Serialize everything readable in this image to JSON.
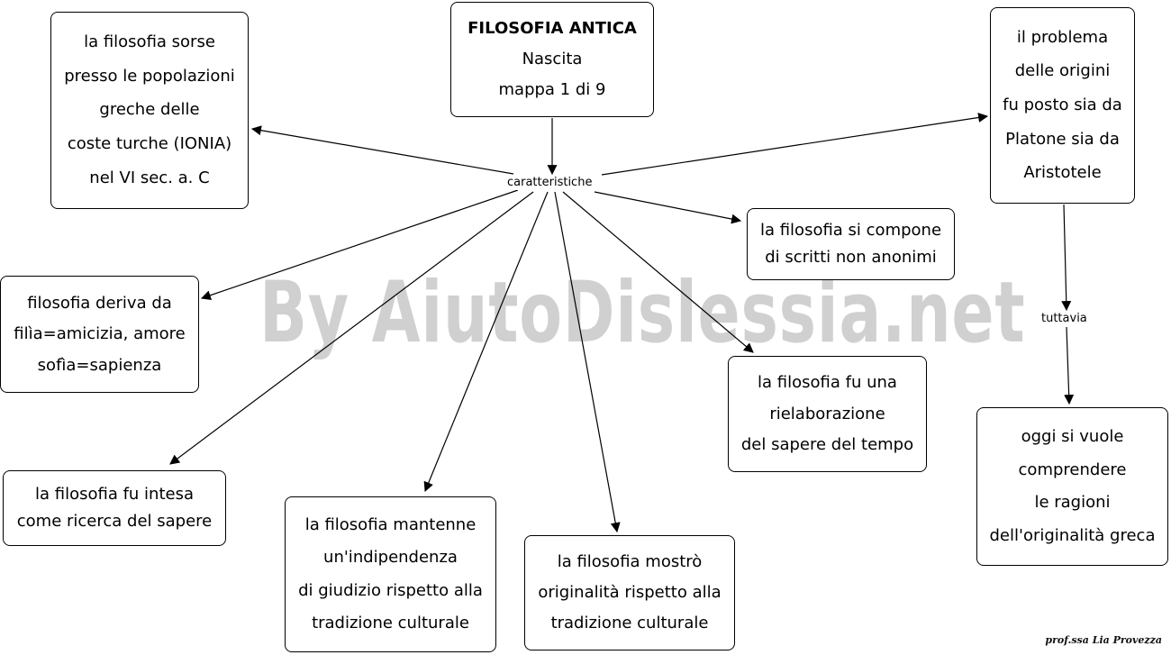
{
  "watermark": "By AiutoDislessia.net",
  "nodes": {
    "title": {
      "lines": [
        "FILOSOFIA ANTICA",
        "Nascita",
        "mappa 1 di 9"
      ]
    },
    "origin": {
      "lines": [
        "la filosofia sorse",
        "presso le popolazioni",
        "greche delle",
        "coste turche (IONIA)",
        "nel VI sec. a. C"
      ]
    },
    "problem": {
      "lines": [
        "il problema",
        "delle origini",
        "fu posto sia da",
        "Platone sia da",
        "Aristotele"
      ]
    },
    "etymology": {
      "lines": [
        "filosofia deriva da",
        "filìa=amicizia, amore",
        "sofìa=sapienza"
      ]
    },
    "not_anonymous": {
      "lines": [
        "la filosofia si compone",
        "di scritti non anonimi"
      ]
    },
    "rework": {
      "lines": [
        "la filosofia fu una",
        "rielaborazione",
        "del sapere del tempo"
      ]
    },
    "today": {
      "lines": [
        "oggi si vuole",
        "comprendere",
        "le ragioni",
        "dell'originalità greca"
      ]
    },
    "search": {
      "lines": [
        "la filosofia fu intesa",
        "come ricerca del sapere"
      ]
    },
    "independence": {
      "lines": [
        "la filosofia mantenne",
        "un'indipendenza",
        "di giudizio rispetto alla",
        "tradizione culturale"
      ]
    },
    "originality": {
      "lines": [
        "la filosofia mostrò",
        "originalità rispetto alla",
        "tradizione culturale"
      ]
    }
  },
  "link_labels": {
    "characteristics": "caratteristiche",
    "however": "tuttavia"
  },
  "signature": "prof.ssa Lia Provezza",
  "colors": {
    "line": "#000000",
    "watermark": "#d0d0d0",
    "background": "#ffffff"
  }
}
